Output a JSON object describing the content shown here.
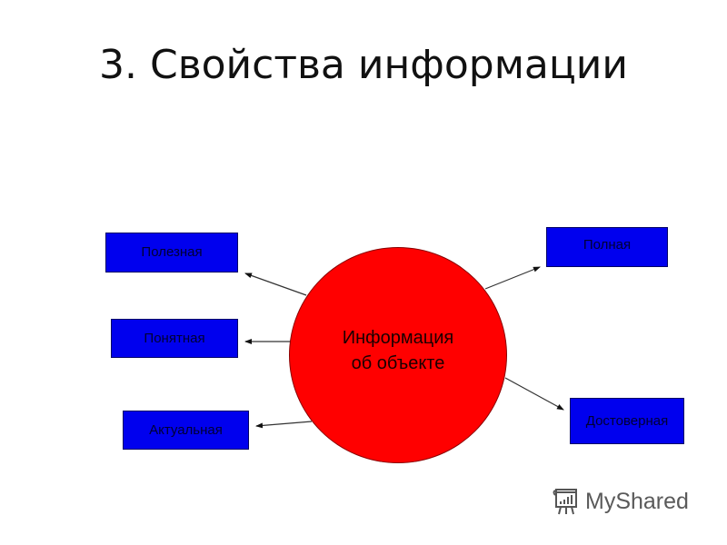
{
  "slide": {
    "title": "3. Свойства информации"
  },
  "diagram": {
    "center": {
      "label_line1": "Информация",
      "label_line2": "об объекте",
      "color": "#ff0000"
    },
    "properties": [
      {
        "id": "useful",
        "label": "Полезная",
        "side": "left"
      },
      {
        "id": "understandable",
        "label": "Понятная",
        "side": "left"
      },
      {
        "id": "relevant",
        "label": "Актуальная",
        "side": "left"
      },
      {
        "id": "complete",
        "label": "Полная",
        "side": "right"
      },
      {
        "id": "reliable",
        "label": "Достоверная",
        "side": "right"
      }
    ],
    "box_color": "#0000ee"
  },
  "watermark": {
    "text": "MyShared",
    "icon": "presentation-board-icon"
  }
}
